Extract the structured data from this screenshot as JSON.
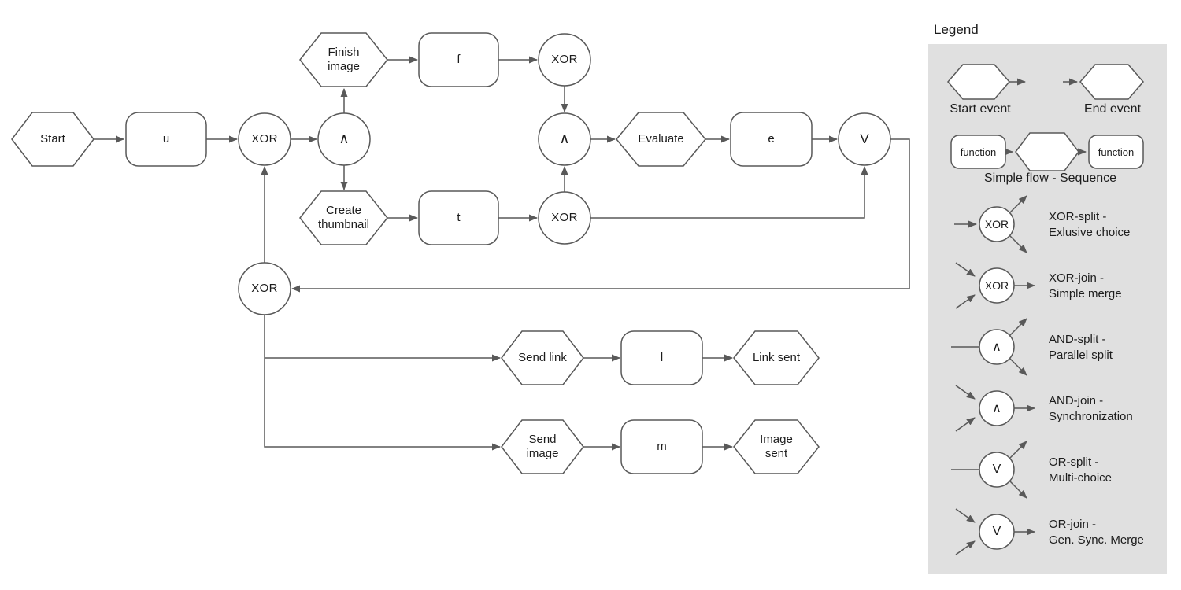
{
  "colors": {
    "stroke": "#595959",
    "text": "#1c1c1c",
    "panel": "#e0e0e0",
    "background": "#ffffff"
  },
  "diagram": {
    "nodes": {
      "start": {
        "label": "Start",
        "shape": "event-hexagon"
      },
      "u": {
        "label": "u",
        "shape": "function-rect"
      },
      "xor_split_top": {
        "label": "XOR",
        "shape": "connector-circle"
      },
      "and_split": {
        "label": "∧",
        "shape": "connector-circle"
      },
      "finish_image": {
        "label": "Finish image",
        "shape": "event-hexagon"
      },
      "f": {
        "label": "f",
        "shape": "function-rect"
      },
      "xor_after_f": {
        "label": "XOR",
        "shape": "connector-circle"
      },
      "create_thumbnail": {
        "label": "Create thumbnail",
        "shape": "event-hexagon"
      },
      "t": {
        "label": "t",
        "shape": "function-rect"
      },
      "xor_after_t": {
        "label": "XOR",
        "shape": "connector-circle"
      },
      "and_join": {
        "label": "∧",
        "shape": "connector-circle"
      },
      "evaluate": {
        "label": "Evaluate",
        "shape": "event-hexagon"
      },
      "e": {
        "label": "e",
        "shape": "function-rect"
      },
      "or_join": {
        "label": "V",
        "shape": "connector-circle"
      },
      "xor_merge": {
        "label": "XOR",
        "shape": "connector-circle"
      },
      "send_link": {
        "label": "Send link",
        "shape": "event-hexagon"
      },
      "l": {
        "label": "l",
        "shape": "function-rect"
      },
      "link_sent": {
        "label": "Link sent",
        "shape": "event-hexagon"
      },
      "send_image": {
        "label": "Send image",
        "shape": "event-hexagon"
      },
      "m": {
        "label": "m",
        "shape": "function-rect"
      },
      "image_sent": {
        "label": "Image sent",
        "shape": "event-hexagon"
      }
    }
  },
  "legend": {
    "title": "Legend",
    "start_event": {
      "label": "Start event"
    },
    "end_event": {
      "label": "End event"
    },
    "sequence": {
      "function_left": "function",
      "function_right": "function",
      "label": "Simple flow - Sequence"
    },
    "connectors": [
      {
        "symbol": "XOR",
        "line1": "XOR-split -",
        "line2": "Exlusive choice"
      },
      {
        "symbol": "XOR",
        "line1": "XOR-join -",
        "line2": "Simple merge"
      },
      {
        "symbol": "∧",
        "line1": "AND-split -",
        "line2": "Parallel split"
      },
      {
        "symbol": "∧",
        "line1": "AND-join -",
        "line2": "Synchronization"
      },
      {
        "symbol": "V",
        "line1": "OR-split -",
        "line2": "Multi-choice"
      },
      {
        "symbol": "V",
        "line1": "OR-join -",
        "line2": "Gen. Sync. Merge"
      }
    ]
  }
}
